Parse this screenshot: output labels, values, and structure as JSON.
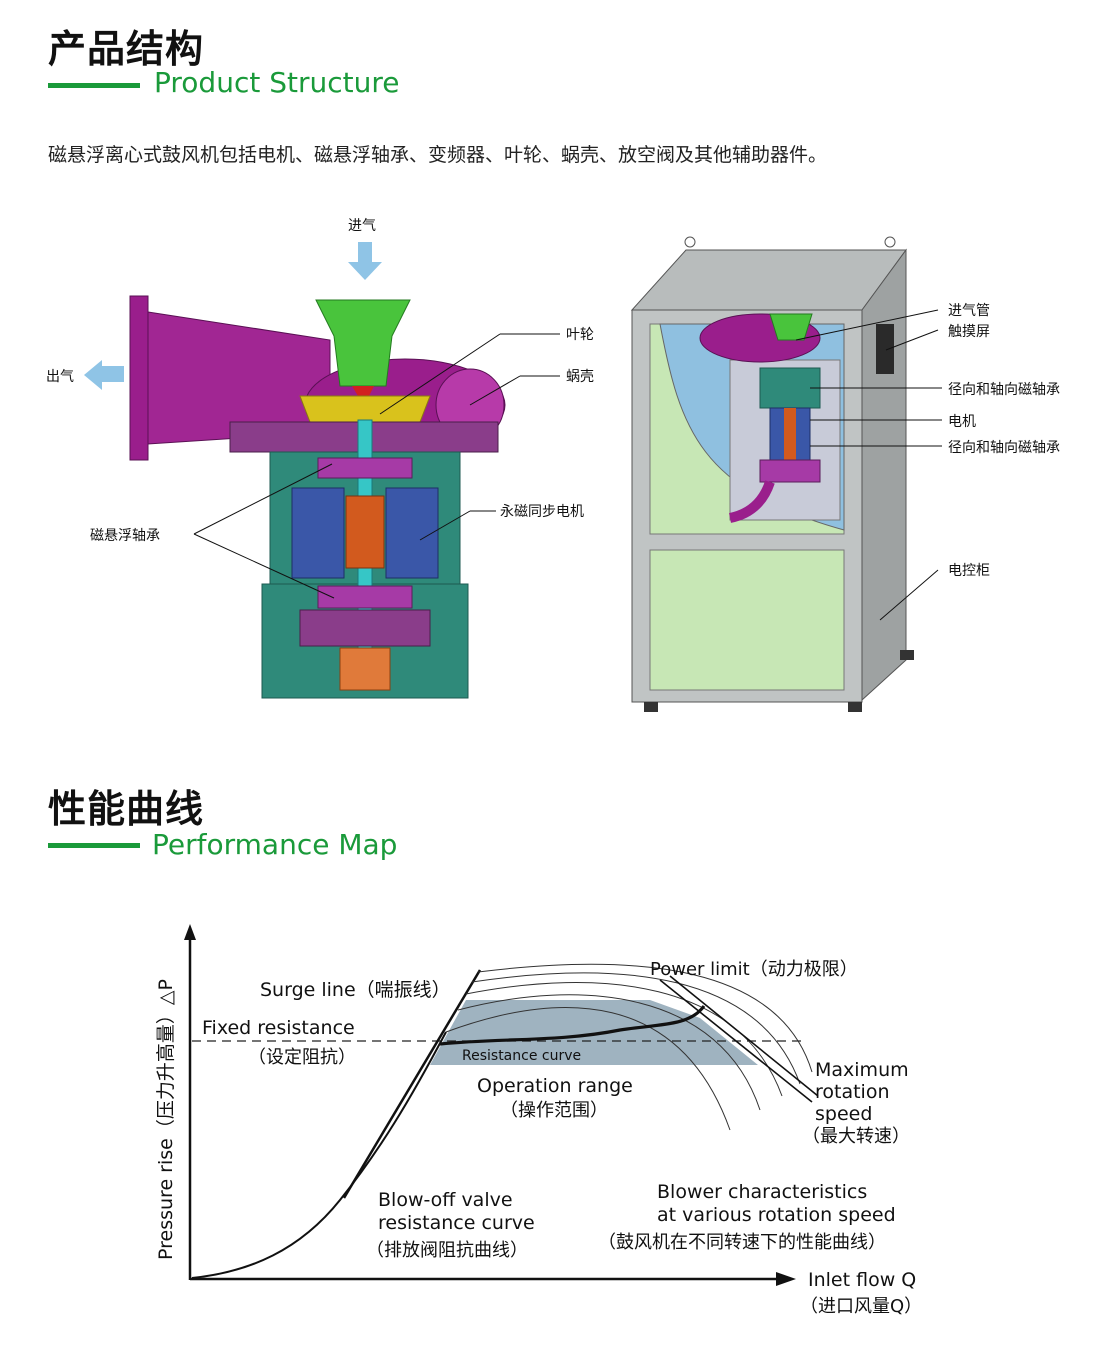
{
  "sections": {
    "structure": {
      "title_zh": "产品结构",
      "title_en": "Product Structure",
      "intro": "磁悬浮离心式鼓风机包括电机、磁悬浮轴承、变频器、叶轮、蜗壳、放空阀及其他辅助器件。"
    },
    "performance": {
      "title_zh": "性能曲线",
      "title_en": "Performance Map"
    }
  },
  "left_diagram": {
    "inlet": "进气",
    "outlet": "出气",
    "impeller": "叶轮",
    "volute": "蜗壳",
    "motor": "永磁同步电机",
    "bearing": "磁悬浮轴承"
  },
  "right_diagram": {
    "intake_pipe": "进气管",
    "touch_screen": "触摸屏",
    "bearing_top": "径向和轴向磁轴承",
    "motor": "电机",
    "bearing_bottom": "径向和轴向磁轴承",
    "cabinet": "电控柜"
  },
  "performance_map": {
    "y_axis": "Pressure rise（压力升高量）△P",
    "x_axis_en": "Inlet flow Q",
    "x_axis_zh": "（进口风量Q）",
    "surge_line": "Surge line（喘振线）",
    "fixed_resistance_en": "Fixed resistance",
    "fixed_resistance_zh": "（设定阻抗）",
    "power_limit": "Power limit（动力极限）",
    "resistance_curve": "Resistance curve",
    "operation_range_en": "Operation   range",
    "operation_range_zh": "（操作范围）",
    "max_speed_1": "Maximum",
    "max_speed_2": "rotation",
    "max_speed_3": "speed",
    "max_speed_zh": "（最大转速）",
    "blowoff_1": "Blow-off valve",
    "blowoff_2": "resistance curve",
    "blowoff_zh": "（排放阀阻抗曲线）",
    "blower_1": "Blower characteristics",
    "blower_2": "at various rotation speed",
    "blower_zh": "（鼓风机在不同转速下的性能曲线）"
  },
  "colors": {
    "accent_green": "#1a9a3a",
    "volute_purple": "#9a1e8c",
    "impeller_green": "#49c43c",
    "casing_teal": "#2f8a7a",
    "rotor_orange": "#d25a1e",
    "band_grey": "#9fb3c0"
  }
}
